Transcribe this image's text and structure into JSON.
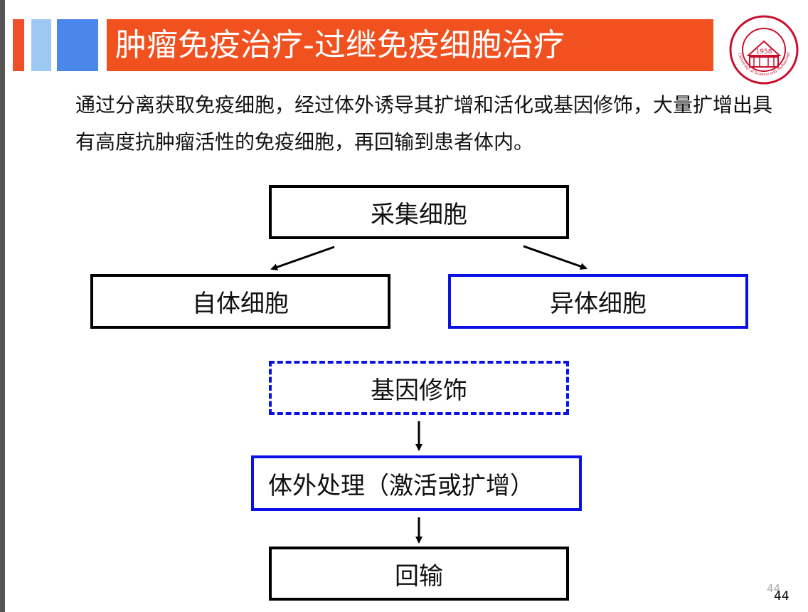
{
  "slide": {
    "title": "肿瘤免疫治疗-过继免疫细胞治疗",
    "body_text": "通过分离获取免疫细胞，经过体外诱导其扩增和活化或基因修饰，大量扩增出具有高度抗肿瘤活性的免疫细胞，再回输到患者体内。",
    "logo": {
      "year": "1958",
      "ring_text": "University of Science and Technology of China",
      "colors": {
        "primary": "#c8102e"
      }
    },
    "page_number_ghost": "44",
    "page_number": "44"
  },
  "flowchart": {
    "collect": "采集细胞",
    "autologous": "自体细胞",
    "allogeneic": "异体细胞",
    "gene_modification": "基因修饰",
    "ex_vivo": "体外处理（激活或扩增）",
    "reinfusion": "回输"
  },
  "colors": {
    "title_bar": "#f1501f",
    "deco_red": "#ef4f2a",
    "deco_light_blue": "#9dc8f2",
    "deco_blue": "#4b86ea",
    "box_blue_border": "#0a10e6",
    "box_black_border": "#000000"
  }
}
